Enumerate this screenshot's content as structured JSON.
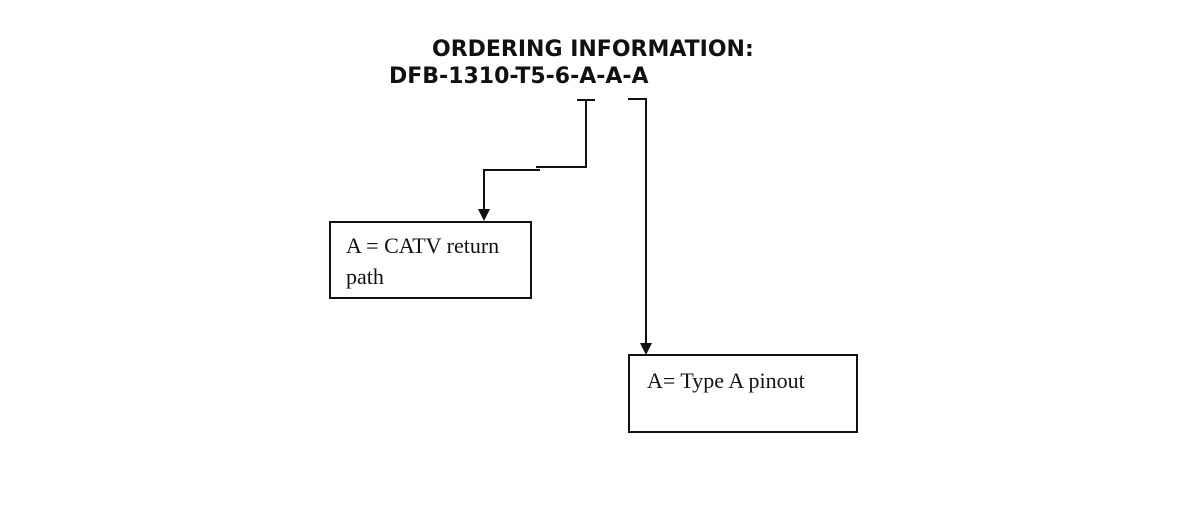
{
  "page": {
    "background_color": "#ffffff",
    "ink_color": "#111111"
  },
  "header": {
    "title": "ORDERING INFORMATION:",
    "part_number": "DFB-1310-T5-6-A-A-A"
  },
  "callouts": [
    {
      "label": "A = CATV return path"
    },
    {
      "label": "A= Type A pinout"
    }
  ]
}
